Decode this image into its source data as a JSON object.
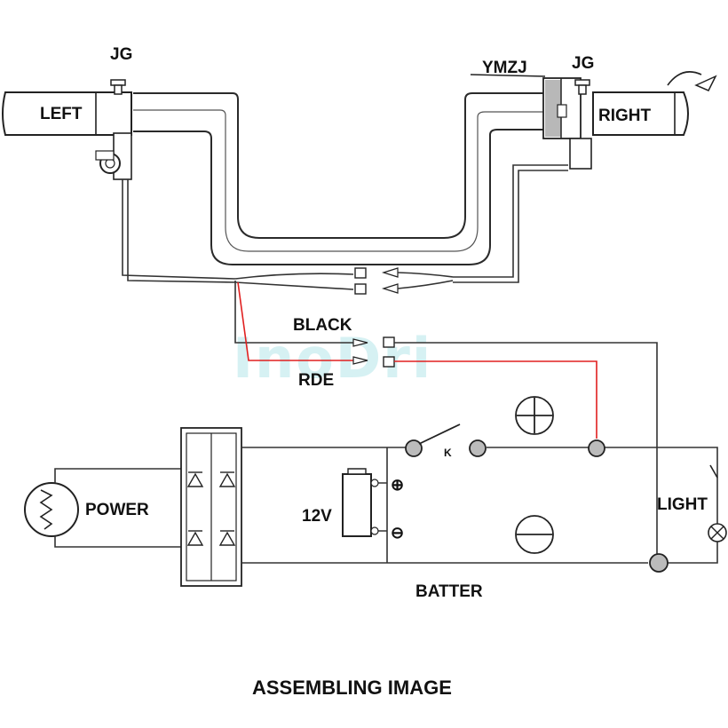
{
  "labels": {
    "jg_left": "JG",
    "jg_right": "JG",
    "ymzj": "YMZJ",
    "left": "LEFT",
    "right": "RIGHT",
    "black": "BLACK",
    "rde": "RDE",
    "power": "POWER",
    "voltage": "12V",
    "light": "LIGHT",
    "batter": "BATTER",
    "switch_k": "K",
    "plus": "⊕",
    "minus": "⊖"
  },
  "watermark": "InoDri",
  "caption": "ASSEMBLING IMAGE",
  "colors": {
    "wire": "#333333",
    "red_wire": "#e02020",
    "watermark": "#d6f1f3"
  }
}
